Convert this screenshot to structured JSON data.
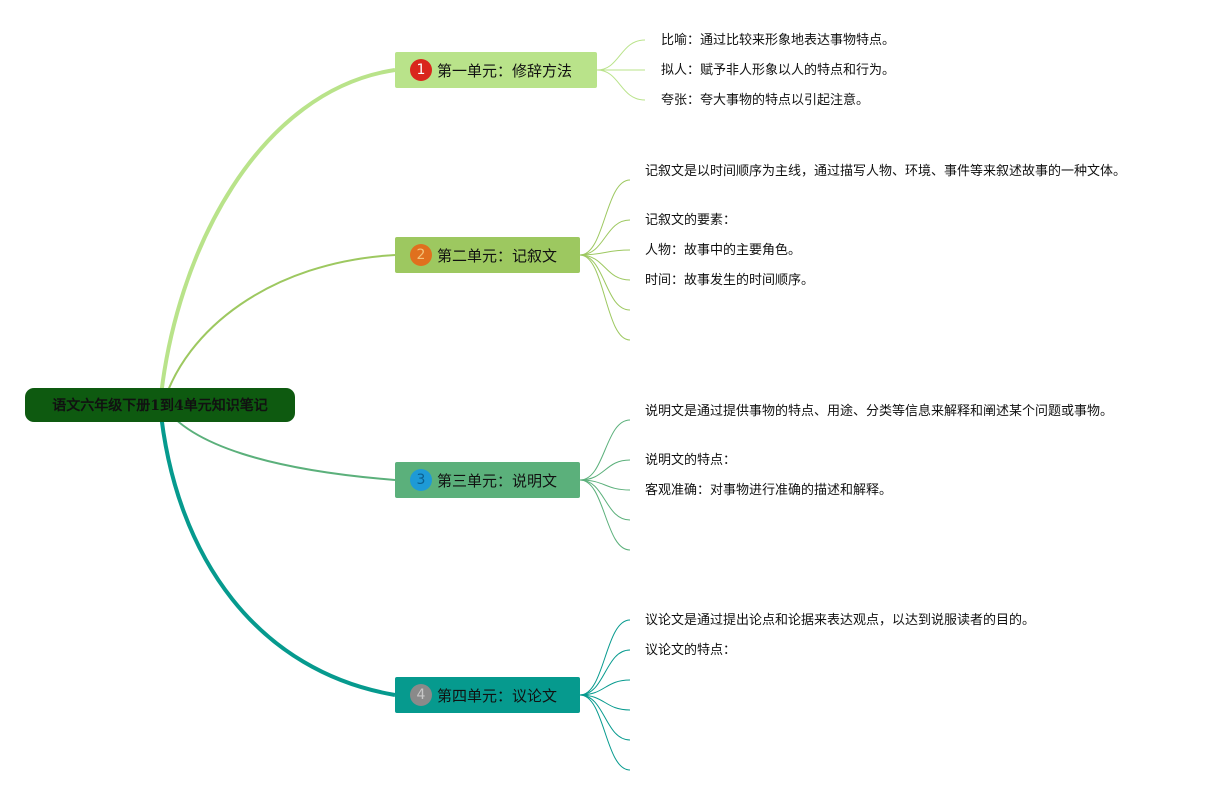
{
  "root": {
    "title": "语文六年级下册1到4单元知识笔记"
  },
  "colors": {
    "root_bg": "#0e5a10",
    "unit1": "#b9e38a",
    "unit2": "#9dc860",
    "unit3": "#5bb07b",
    "unit4": "#069a8e",
    "badge1": "#d9261c",
    "badge2": "#e0701e",
    "badge3": "#1e9ad6",
    "badge4": "#8a8a8a"
  },
  "units": [
    {
      "number": "1",
      "title": "第一单元：修辞方法",
      "notes": [
        "比喻：通过比较来形象地表达事物特点。",
        "拟人：赋予非人形象以人的特点和行为。",
        "夸张：夸大事物的特点以引起注意。"
      ]
    },
    {
      "number": "2",
      "title": "第二单元：记叙文",
      "notes": [
        "记叙文是以时间顺序为主线，通过描写人物、环境、事件等来叙述故事的一种文体。",
        "记叙文的要素：",
        "人物：故事中的主要角色。",
        "时间：故事发生的时间顺序。"
      ]
    },
    {
      "number": "3",
      "title": "第三单元：说明文",
      "notes": [
        "说明文是通过提供事物的特点、用途、分类等信息来解释和阐述某个问题或事物。",
        "说明文的特点：",
        "客观准确：对事物进行准确的描述和解释。"
      ]
    },
    {
      "number": "4",
      "title": "第四单元：议论文",
      "notes": [
        "议论文是通过提出论点和论据来表达观点，以达到说服读者的目的。",
        "议论文的特点："
      ]
    }
  ]
}
